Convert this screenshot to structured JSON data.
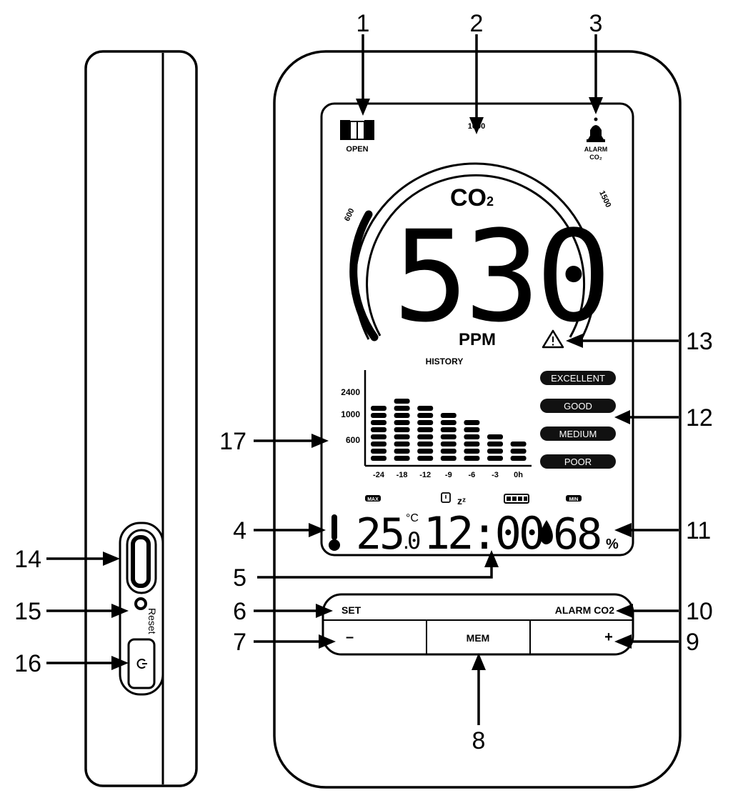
{
  "callouts": [
    {
      "n": "1"
    },
    {
      "n": "2"
    },
    {
      "n": "3"
    },
    {
      "n": "4"
    },
    {
      "n": "5"
    },
    {
      "n": "6"
    },
    {
      "n": "7"
    },
    {
      "n": "8"
    },
    {
      "n": "9"
    },
    {
      "n": "10"
    },
    {
      "n": "11"
    },
    {
      "n": "12"
    },
    {
      "n": "13"
    },
    {
      "n": "14"
    },
    {
      "n": "15"
    },
    {
      "n": "16"
    },
    {
      "n": "17"
    }
  ],
  "display": {
    "window_label": "OPEN",
    "alarm_label_1": "ALARM",
    "alarm_label_2": "CO₂",
    "gauge_600": "600",
    "gauge_1000": "1000",
    "gauge_1500": "1500",
    "gas_label": "CO",
    "gas_sub": "2",
    "co2_value": "530",
    "unit": "PPM",
    "history_title": "HISTORY",
    "history_y_ticks": [
      "2400",
      "1000",
      "600"
    ],
    "history_x_ticks": [
      "-24",
      "-18",
      "-12",
      "-9",
      "-6",
      "-3",
      "0h"
    ],
    "history_bar_counts": [
      8,
      9,
      8,
      7,
      6,
      4,
      3
    ],
    "quality_levels": [
      "EXCELLENT",
      "GOOD",
      "MEDIUM",
      "POOR"
    ],
    "max_label": "MAX",
    "min_label": "MIN",
    "temperature_int": "25",
    "temperature_dec": "0",
    "temperature_unit": "°C",
    "time": "12:00",
    "humidity": "68",
    "humidity_unit": "%"
  },
  "buttons": {
    "set": "SET",
    "alarm_co2": "ALARM CO2",
    "minus": "–",
    "mem": "MEM",
    "plus": "+"
  },
  "side_panel": {
    "reset_label": "Reset"
  },
  "colors": {
    "ink": "#000000",
    "pill_fill": "#111111",
    "pill_text": "#ffffff",
    "background": "#ffffff"
  }
}
